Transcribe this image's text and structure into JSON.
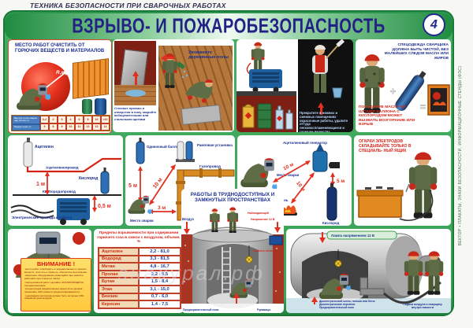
{
  "page": {
    "top_strip": "ТЕХНИКА БЕЗОПАСНОСТИ ПРИ СВАРОЧНЫХ РАБОТАХ",
    "title": "ВЗРЫВО- И ПОЖАРОБЕЗОПАСНОСТЬ",
    "number": "4",
    "publisher_strip": "ВЕКТОР  •  ПЛАКАТЫ, ЗНАКИ БЕЗОПАСНОСТИ, ИНФОРМАЦИОННЫЕ СТЕНДЫ (ФЭС)",
    "watermark": "знакурал.рф",
    "colors": {
      "poster_green": "#3aa457",
      "title_navy": "#232186",
      "accent_red": "#e03020",
      "attention_yellow": "#ffd94d"
    }
  },
  "panel_clear_area": {
    "caption": "МЕСТО РАБОТ ОЧИСТИТЬ ОТ ГОРЮЧИХ ВЕЩЕСТВ И МАТЕРИАЛОВ",
    "radius_label": "R,м",
    "radius_table": {
      "row1_label": "Высота точки сварки над полом, м",
      "row2_label": "Радиус зоны, м",
      "row1": [
        "0-2",
        "2",
        "3",
        "4",
        "6",
        "8",
        "10",
        ">10"
      ],
      "row2": [
        "5",
        "8",
        "9",
        "10",
        "11",
        "12",
        "13",
        "14"
      ]
    }
  },
  "panel_floor": {
    "caption_wall": "Стенные проемы и отверстия в полу закройте асбоцементными или стальными щитами",
    "caption_floor": "Увлажните деревянные полы"
  },
  "panel_paint": {
    "caption": "Прекратите в нижних и смежных помещениях окрасочные работы, удалите оттуда легковоспламеняющиеся и горючие вещества"
  },
  "panel_clothes": {
    "caption_top": "СПЕЦОДЕЖДА СВАРЩИКА ДОЛЖНА БЫТЬ ЧИСТОЙ, БЕЗ МАЛЕЙШИХ СЛЕДОВ МАСЛА ИЛИ ЖИРОВ",
    "caption_red": "ПОПАДАНИЕ МАСЛА НА ШТУЦЕР БАЛЛОНА С КИСЛОРОДОМ МОЖЕТ ВЫЗВАТЬ ВОЗГОРАНИЕ ИЛИ ВЗРЫВ",
    "plus": "+",
    "equals": "="
  },
  "panel_pipelines": {
    "acetylene": "Ацетилен",
    "acetylene_pipe": "Ацетиленопровод",
    "oxygen": "Кислород",
    "oxygen_pipe": "Кислородопровод",
    "cables": "Электрические провода и кабели",
    "d1": "1 м",
    "d05": "0,5 м"
  },
  "panel_cylinders": {
    "single": "Одиночный баллон",
    "ramp": "Рамповая установка",
    "gas_pipe": "Газопровод",
    "d5": "5 м",
    "d10": "10 м",
    "d3": "3 м",
    "weld_place": "Место сварки"
  },
  "panel_generator": {
    "weld_place": "Место сварки",
    "generator": "Ацетиленовый генератор",
    "d10a": "10 м",
    "d10b": "10 м",
    "d5": "5 м",
    "fire": "Открытый огонь",
    "oxygen": "Кислород"
  },
  "panel_stubs": {
    "caption": "ОГАРКИ ЭЛЕКТРОДОВ СКЛАДЫВАЙТЕ ТОЛЬКО В СПЕЦИАЛЬ- НЫЙ ЯЩИК"
  },
  "panel_attention": {
    "title": "ВНИМАНИЕ !",
    "items": [
      "место работ освободить от взрывоопасных и горючих веществ, очистить и промыть, обеспечить вентиляцию;",
      "сварочное оборудование размещайте вне емкости, работайте при открытых люках;",
      "перед началом работ сделайте АНАЛИЗ ВОЗДУХА газоанализатором;",
      "концентрация взрывоопасных веществ не должна превышать 20% нижнего предела взрываемости;",
      "содержание кислорода должно быть не менее 19% объемной доли воздуха."
    ]
  },
  "gas_table": {
    "header": "Пределы взрываемости при содержании горючего газа в смеси с воздухом, объемн. %",
    "rows": [
      {
        "name": "Ацетилен",
        "range": "2,2 - 81,0"
      },
      {
        "name": "Водород",
        "range": "3,3 - 81,5"
      },
      {
        "name": "Метан",
        "range": "4,8 - 16,7"
      },
      {
        "name": "Пропан",
        "range": "2,2 - 9,5"
      },
      {
        "name": "Бутан",
        "range": "1,5 - 8,4"
      },
      {
        "name": "Этан",
        "range": "3,1 - 15,0"
      },
      {
        "name": "Бензин",
        "range": "0,7 - 6,0"
      },
      {
        "name": "Керосин",
        "range": "1,4 - 7,5"
      }
    ]
  },
  "panel_confined": {
    "title": "РАБОТЫ В ТРУДНОДОСТУПНЫХ И ЗАМКНУТЫХ ПРОСТРАНСТВАХ",
    "air": "Воздух",
    "observer": "Наблюдающий",
    "voltage": "Напряжение 12 В",
    "lamp": "Лампа в сетке",
    "belt": "Предохранительный пояс",
    "mittens": "Рукавицы"
  },
  "panel_cistern": {
    "lamp": "Лампа напряжением 12 В",
    "ppe": [
      "Диэлектрический шлем, галоши или боты",
      "Диэлектрические перчатки",
      "Предохранительный пояс"
    ],
    "air_supply": "Подача воздуха к сварщику внутри емкости"
  }
}
